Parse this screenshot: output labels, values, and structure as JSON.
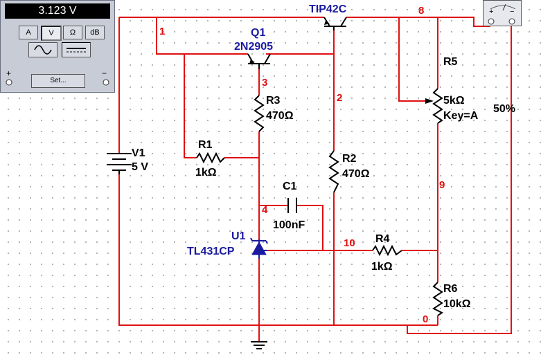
{
  "multimeter": {
    "reading": "3.123 V",
    "buttons": [
      "A",
      "V",
      "Ω",
      "dB"
    ],
    "active_button": "V",
    "waveforms": [
      "ac",
      "dc"
    ],
    "plus_label": "+",
    "minus_label": "−",
    "set_label": "Set..."
  },
  "probe": {
    "plus_label": "+",
    "minus_label": "−"
  },
  "components": {
    "v1": {
      "name": "V1",
      "value": "5 V"
    },
    "r1": {
      "name": "R1",
      "value": "1kΩ"
    },
    "q1": {
      "name": "Q1",
      "part": "2N2905"
    },
    "q2": {
      "part": "TIP42C"
    },
    "r3": {
      "name": "R3",
      "value": "470Ω"
    },
    "r2": {
      "name": "R2",
      "value": "470Ω"
    },
    "c1": {
      "name": "C1",
      "value": "100nF"
    },
    "u1": {
      "name": "U1",
      "part": "TL431CP"
    },
    "r4": {
      "name": "R4",
      "value": "1kΩ"
    },
    "r5": {
      "name": "R5",
      "value": "5kΩ",
      "key": "Key=A",
      "percent": "50%"
    },
    "r6": {
      "name": "R6",
      "value": "10kΩ"
    }
  },
  "nodes": [
    "1",
    "2",
    "3",
    "4",
    "8",
    "9",
    "10",
    "0"
  ]
}
